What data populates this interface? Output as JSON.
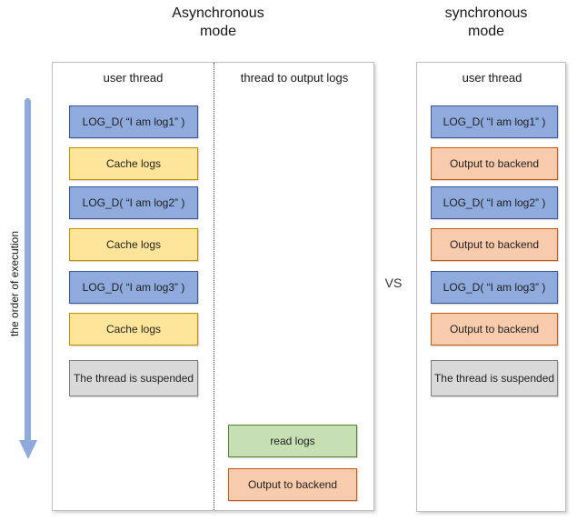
{
  "titles": {
    "left": "Asynchronous\nmode",
    "right": "synchronous\nmode"
  },
  "vs_label": "VS",
  "execution_arrow": {
    "label": "the order of execution",
    "color": "#8FAADC"
  },
  "colors": {
    "blue_fill": "#8FAADC",
    "blue_border": "#3A5795",
    "yellow_fill": "#FFE599",
    "yellow_border": "#BF9000",
    "orange_fill": "#F8CBAD",
    "orange_border": "#C55A11",
    "green_fill": "#C6E0B4",
    "green_border": "#548235",
    "gray_fill": "#D9D9D9",
    "gray_border": "#7F7F7F",
    "panel_border": "#BFBFBF"
  },
  "async_panel": {
    "user_thread_header": "user thread",
    "output_thread_header": "thread to output logs",
    "user_thread_boxes": [
      {
        "label": "LOG_D( “I am log1” )",
        "type": "blue"
      },
      {
        "label": "Cache logs",
        "type": "yellow"
      },
      {
        "label": "LOG_D( “I am log2” )",
        "type": "blue"
      },
      {
        "label": "Cache logs",
        "type": "yellow"
      },
      {
        "label": "LOG_D( “I am log3” )",
        "type": "blue"
      },
      {
        "label": "Cache logs",
        "type": "yellow"
      },
      {
        "label": "The thread is suspended",
        "type": "gray"
      }
    ],
    "output_thread_boxes": [
      {
        "label": "read logs",
        "type": "green"
      },
      {
        "label": "Output to backend",
        "type": "orange"
      }
    ]
  },
  "sync_panel": {
    "user_thread_header": "user thread",
    "user_thread_boxes": [
      {
        "label": "LOG_D( “I am log1” )",
        "type": "blue"
      },
      {
        "label": "Output to backend",
        "type": "orange"
      },
      {
        "label": "LOG_D( “I am log2” )",
        "type": "blue"
      },
      {
        "label": "Output to backend",
        "type": "orange"
      },
      {
        "label": "LOG_D( “I am log3” )",
        "type": "blue"
      },
      {
        "label": "Output to backend",
        "type": "orange"
      },
      {
        "label": "The thread is suspended",
        "type": "gray"
      }
    ]
  }
}
